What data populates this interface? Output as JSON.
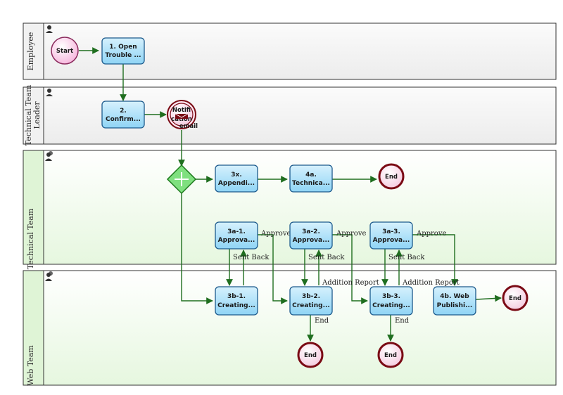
{
  "lanes": {
    "employee": "Employee",
    "leader_1": "Technical Team",
    "leader_2": "Leader",
    "technical": "Technical Team",
    "web": "Web Team"
  },
  "events": {
    "start": "Start",
    "notification_1": "Notifi",
    "notification_2": "cation",
    "notification_tag": "email",
    "end_label": "End"
  },
  "tasks": {
    "t1": [
      "1. Open",
      "Trouble ..."
    ],
    "t2": [
      "2.",
      "Confirm..."
    ],
    "t3x": [
      "3x.",
      "Appendi..."
    ],
    "t4a": [
      "4a.",
      "Technica..."
    ],
    "t3a1": [
      "3a-1.",
      "Approva..."
    ],
    "t3a2": [
      "3a-2.",
      "Approva..."
    ],
    "t3a3": [
      "3a-3.",
      "Approva..."
    ],
    "t3b1": [
      "3b-1.",
      "Creating..."
    ],
    "t3b2": [
      "3b-2.",
      "Creating..."
    ],
    "t3b3": [
      "3b-3.",
      "Creating..."
    ],
    "t4b": [
      "4b. Web",
      "Publishi..."
    ]
  },
  "flow_labels": {
    "approve": "Approve",
    "send_back": "Sent Back",
    "addition_report": "Addition Report",
    "end": "End"
  },
  "colors": {
    "flow": "#1f6e1f",
    "task_fill": "#aee0f8",
    "task_border": "#1c5a8c",
    "start_fill": "#fbd0ea",
    "end_border": "#7a0a14",
    "gateway_fill": "#7fe07f"
  }
}
